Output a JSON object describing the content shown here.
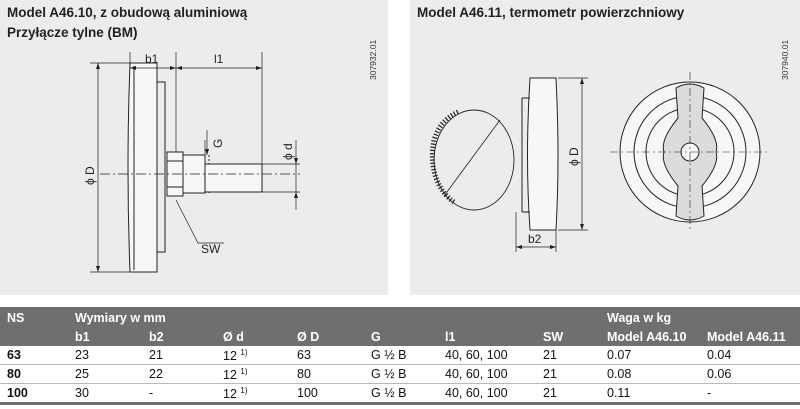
{
  "left_panel": {
    "title_line1": "Model A46.10, z obudową aluminiową",
    "title_line2": "Przyłącze tylne (BM)",
    "drawing_code": "307932.01",
    "labels": {
      "b1": "b1",
      "l1": "l1",
      "G": "G",
      "d": "ϕ d",
      "D": "ϕ D",
      "SW": "SW"
    }
  },
  "right_panel": {
    "title": "Model A46.11, termometr powierzchniowy",
    "drawing_code": "307940.01",
    "labels": {
      "D": "ϕ D",
      "b2": "b2"
    }
  },
  "table": {
    "headers": {
      "ns": "NS",
      "dims": "Wymiary w mm",
      "weight": "Waga w kg",
      "b1": "b1",
      "b2": "b2",
      "d": "Ø d",
      "D": "Ø D",
      "G": "G",
      "l1": "l1",
      "SW": "SW",
      "m10": "Model A46.10",
      "m11": "Model A46.11"
    },
    "rows": [
      {
        "ns": "63",
        "b1": "23",
        "b2": "21",
        "d": "12",
        "d_note": "1)",
        "D": "63",
        "G": "G ½ B",
        "l1": "40, 60, 100",
        "SW": "21",
        "m10": "0.07",
        "m11": "0.04"
      },
      {
        "ns": "80",
        "b1": "25",
        "b2": "22",
        "d": "12",
        "d_note": "1)",
        "D": "80",
        "G": "G ½ B",
        "l1": "40, 60, 100",
        "SW": "21",
        "m10": "0.08",
        "m11": "0.06"
      },
      {
        "ns": "100",
        "b1": "30",
        "b2": "-",
        "d": "12",
        "d_note": "1)",
        "D": "100",
        "G": "G ½ B",
        "l1": "40, 60, 100",
        "SW": "21",
        "m10": "0.11",
        "m11": "-"
      }
    ]
  }
}
